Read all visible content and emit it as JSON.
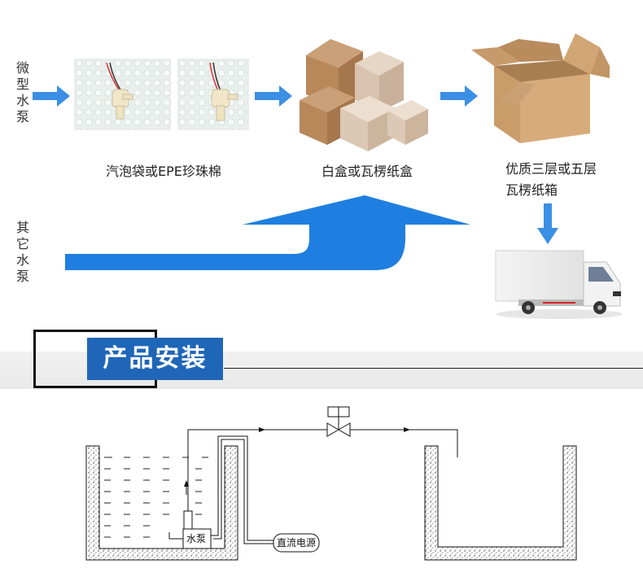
{
  "packaging": {
    "micro_pump_label": "微型水泵",
    "other_pump_label": "其它水泵",
    "steps": [
      {
        "caption": "汽泡袋或EPE珍珠棉"
      },
      {
        "caption": "白盒或瓦楞纸盒"
      },
      {
        "caption_line1": "优质三层或五层",
        "caption_line2": "瓦楞纸箱"
      }
    ],
    "colors": {
      "arrow": "#3b8fe4",
      "arrow_dark": "#1e7fe0"
    }
  },
  "install": {
    "section_title": "产品安装",
    "title_bg": "#1f66b8",
    "diagram": {
      "pump_label": "水泵",
      "power_label": "直流电源"
    }
  },
  "icons": [
    "right-arrow-icon",
    "down-arrow-icon",
    "valve-icon",
    "truck-icon",
    "box-icon"
  ]
}
